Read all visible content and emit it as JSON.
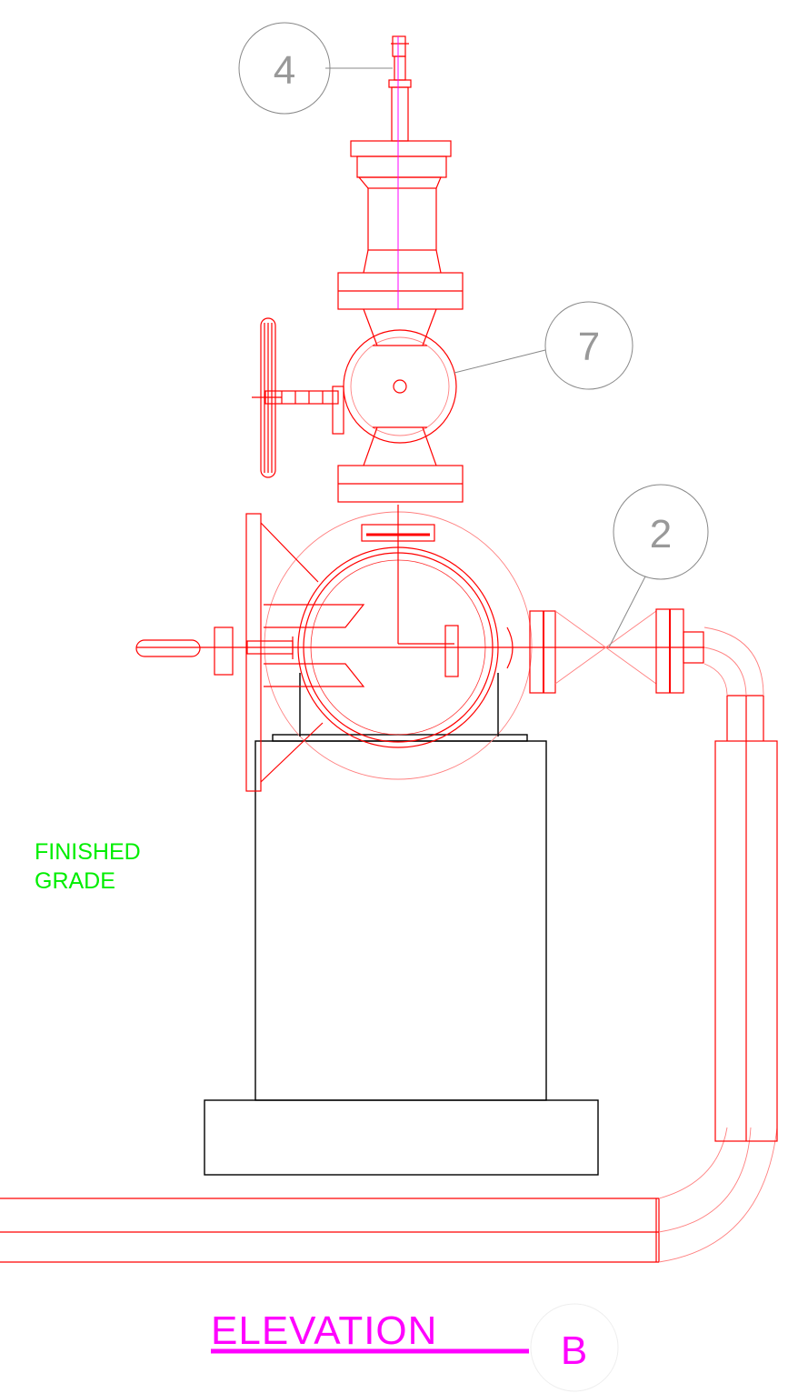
{
  "labels": {
    "grade_line1": "FINISHED",
    "grade_line2": "GRADE",
    "elevation_title": "ELEVATION",
    "section_tag": "B"
  },
  "callouts": [
    {
      "tag": "4"
    },
    {
      "tag": "7"
    },
    {
      "tag": "2"
    }
  ],
  "colors": {
    "piping": "#ff0000",
    "concrete": "#000000",
    "callout": "#888888",
    "grade_text": "#00ee00",
    "title": "#ff00ff"
  }
}
